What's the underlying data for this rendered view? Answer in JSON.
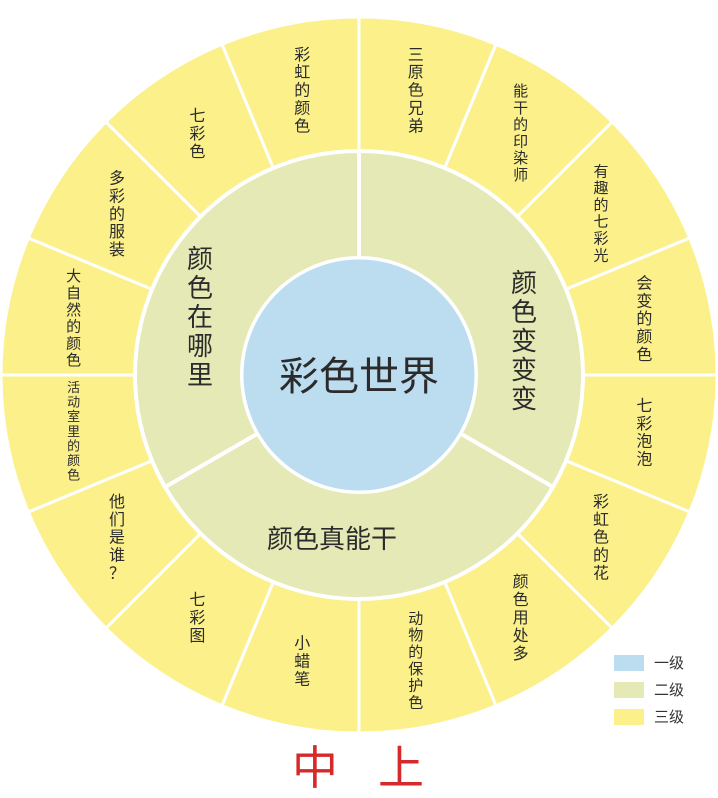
{
  "colors": {
    "level1": "#bcdcf0",
    "level2": "#e4e9b6",
    "level3": "#fbf08a",
    "divider": "#ffffff",
    "caption": "#d62a2a"
  },
  "center": {
    "label": "彩色世界"
  },
  "level2": [
    {
      "label": "颜色变变变"
    },
    {
      "label": "颜色真能干"
    },
    {
      "label": "颜色在哪里"
    }
  ],
  "level3": [
    {
      "label": "三原色兄弟"
    },
    {
      "label": "能干的印染师"
    },
    {
      "label": "有趣的七彩光"
    },
    {
      "label": "会变的颜色"
    },
    {
      "label": "七彩泡泡"
    },
    {
      "label": "彩虹色的花"
    },
    {
      "label": "颜色用处多"
    },
    {
      "label": "动物的保护色"
    },
    {
      "label": "小蜡笔"
    },
    {
      "label": "七彩图"
    },
    {
      "label": "他们是谁？"
    },
    {
      "label": "活动室里的颜色"
    },
    {
      "label": "大自然的颜色"
    },
    {
      "label": "多彩的服装"
    },
    {
      "label": "七彩色"
    },
    {
      "label": "彩虹的颜色"
    }
  ],
  "legend": [
    {
      "label": "一级",
      "color": "#bcdcf0"
    },
    {
      "label": "二级",
      "color": "#e4e9b6"
    },
    {
      "label": "三级",
      "color": "#fbf08a"
    }
  ],
  "caption": "中上"
}
